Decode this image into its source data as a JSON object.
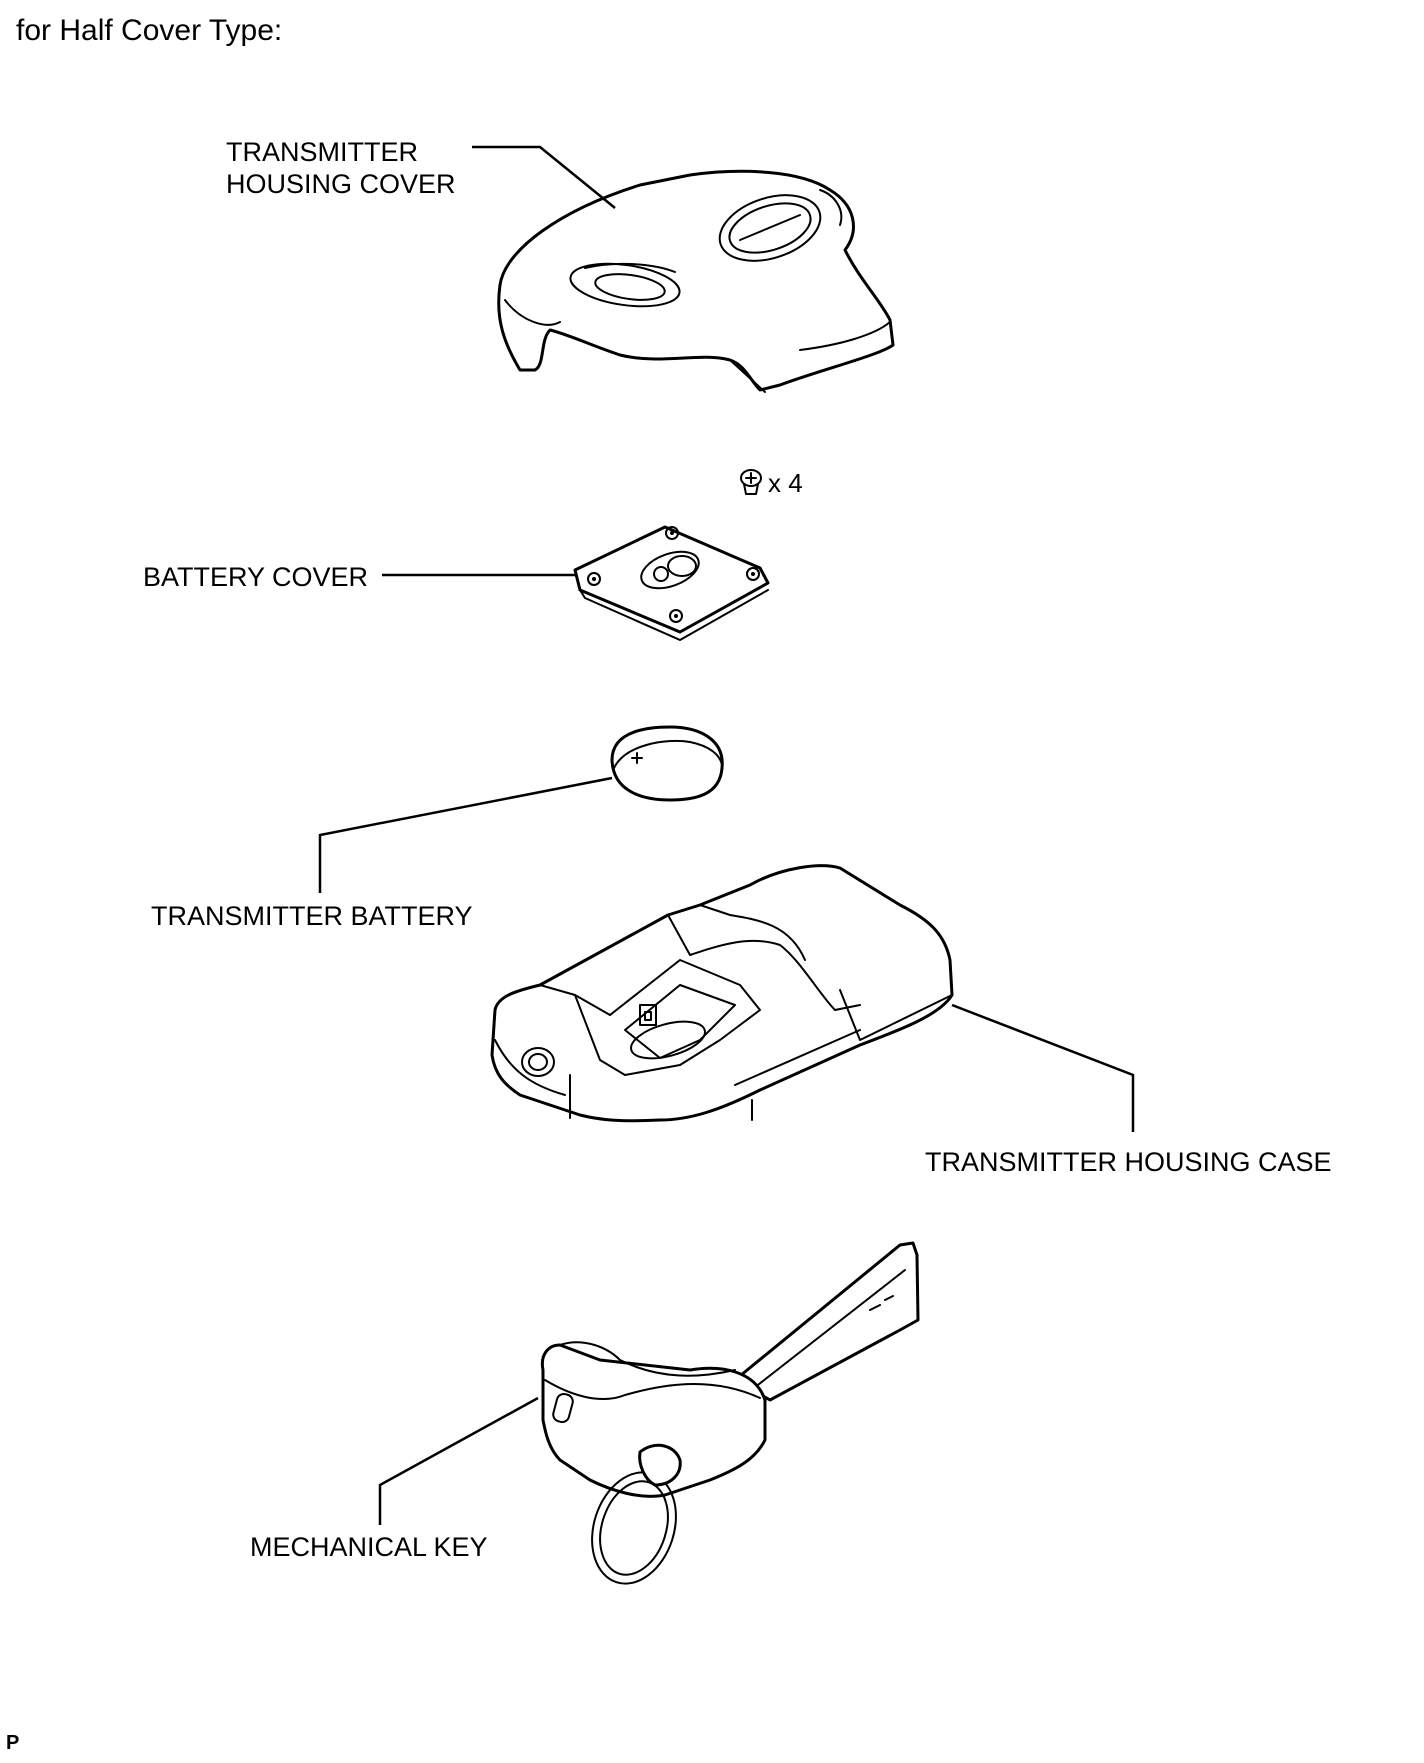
{
  "heading": "for Half Cover Type:",
  "labels": {
    "housing_cover_line1": "TRANSMITTER",
    "housing_cover_line2": "HOUSING COVER",
    "screw_count": "x 4",
    "battery_cover": "BATTERY COVER",
    "transmitter_battery": "TRANSMITTER BATTERY",
    "housing_case": "TRANSMITTER HOUSING CASE",
    "mechanical_key": "MECHANICAL KEY"
  },
  "corner_mark": "P",
  "colors": {
    "line": "#000000",
    "background": "#ffffff"
  }
}
